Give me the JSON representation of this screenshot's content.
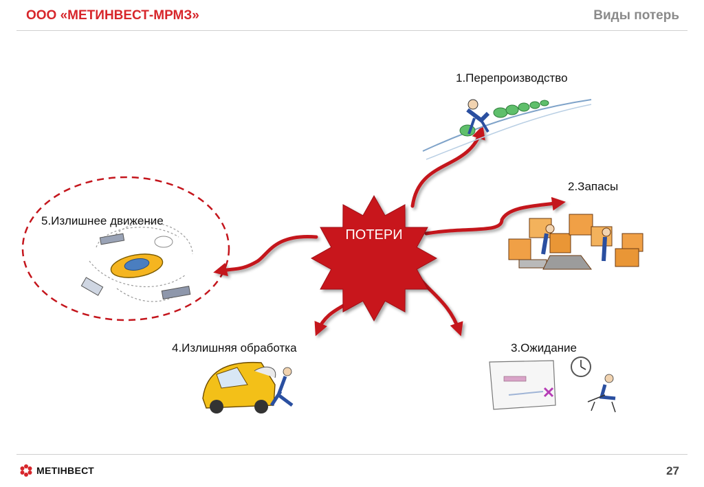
{
  "header": {
    "company": "ООО «МЕТИНВЕСТ-МРМЗ»",
    "title": "Виды потерь"
  },
  "diagram": {
    "center": "ПОТЕРИ",
    "branches": [
      {
        "label": "1.Перепроизводство",
        "icon": "overproduction-illustration"
      },
      {
        "label": "2.Запасы",
        "icon": "inventory-boxes-illustration"
      },
      {
        "label": "3.Ожидание",
        "icon": "waiting-clock-illustration"
      },
      {
        "label": "4.Излишняя обработка",
        "icon": "overprocessing-car-illustration"
      },
      {
        "label": "5.Излишнее движение",
        "icon": "motion-paths-illustration"
      }
    ]
  },
  "footer": {
    "logo_text": "МЕТІНВЕСТ",
    "page_number": "27"
  },
  "colors": {
    "accent": "#d7262b",
    "arrow": "#c4151c",
    "star_fill": "#c8181e",
    "header_title": "#8a8a8a"
  }
}
